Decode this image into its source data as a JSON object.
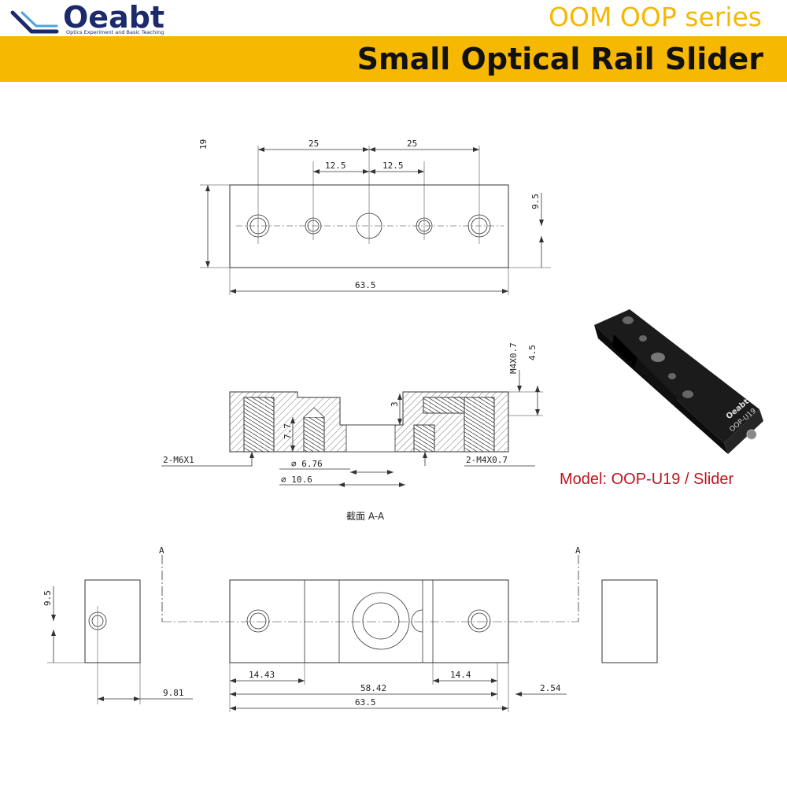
{
  "brand": {
    "name": "Oeabt",
    "tagline": "Optics Experiment and Basic Teaching",
    "colors": {
      "navy": "#1c2a6b",
      "accent": "#f6b800"
    }
  },
  "header": {
    "series": "OOM OOP series",
    "title": "Small Optical Rail Slider"
  },
  "top_view": {
    "dims": {
      "height": "19",
      "left_spacing": "25",
      "right_spacing": "25",
      "left_half": "12.5",
      "right_half": "12.5",
      "edge_offset": "9.5",
      "length": "63.5"
    }
  },
  "section_view": {
    "label": "截面  A-A",
    "dims": {
      "m4_side": "M4X0.7",
      "dia_45": "4.5",
      "depth_3": "3",
      "depth_77": "7.7",
      "m6": "2-M6X1",
      "m4": "2-M4X0.7",
      "dia_676": "6.76",
      "dia_106": "10.6"
    }
  },
  "side_view": {
    "dims": {
      "height": "9.5",
      "offset": "9.81"
    },
    "section_marks": {
      "left": "A",
      "right": "A"
    }
  },
  "bottom_view": {
    "dims": {
      "left": "14.43",
      "center": "58.42",
      "right": "14.4",
      "end": "2.54",
      "length": "63.5"
    }
  },
  "product": {
    "model": "Model: OOP-U19  / Slider",
    "engraving": {
      "brand": "Oeabt",
      "code": "OOP-U19"
    }
  }
}
